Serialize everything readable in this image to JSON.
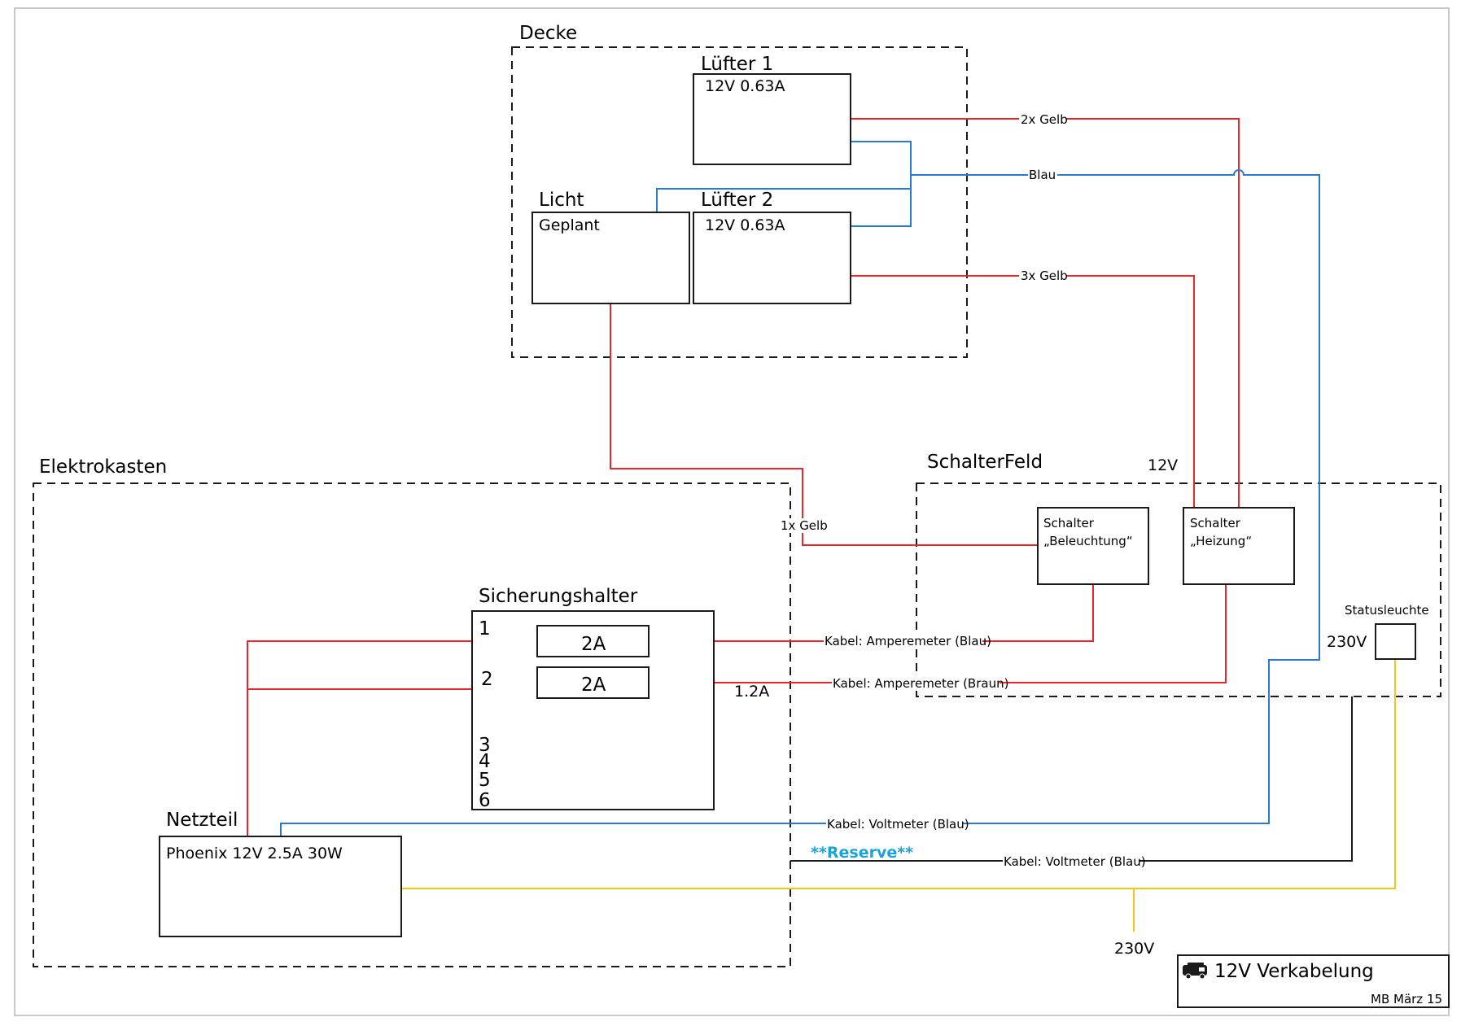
{
  "colors": {
    "red": "#e8262c",
    "blue": "#2b7bcc",
    "yellow": "#f5c518",
    "black": "#1a1a1a",
    "reserve": "#1aa3d6"
  },
  "regions": {
    "decke": "Decke",
    "elektrokasten": "Elektrokasten",
    "schalterfeld": "SchalterFeld"
  },
  "components": {
    "luefter1": {
      "title": "Lüfter 1",
      "spec": "12V 0.63A"
    },
    "luefter2": {
      "title": "Lüfter 2",
      "spec": "12V 0.63A"
    },
    "licht": {
      "title": "Licht",
      "spec": "Geplant"
    },
    "schalter_beleuchtung": {
      "line1": "Schalter",
      "line2": "„Beleuchtung“"
    },
    "schalter_heizung": {
      "line1": "Schalter",
      "line2": "„Heizung“"
    },
    "statusleuchte": {
      "label": "Statusleuchte",
      "voltage": "230V"
    },
    "sicherungshalter": {
      "title": "Sicherungshalter",
      "slots": [
        "1",
        "2",
        "3",
        "4",
        "5",
        "6"
      ],
      "fuses": [
        "2A",
        "2A"
      ]
    },
    "netzteil": {
      "title": "Netzteil",
      "spec": "Phoenix 12V 2.5A 30W"
    }
  },
  "wire_labels": {
    "gelb2": "2x Gelb",
    "blau": "Blau",
    "gelb3": "3x Gelb",
    "gelb1": "1x Gelb",
    "amp_blau": "Kabel: Amperemeter (Blau)",
    "amp_braun": "Kabel: Amperemeter (Braun)",
    "volt_blau": "Kabel: Voltmeter (Blau)",
    "volt_blau2": "Kabel: Voltmeter (Blau)"
  },
  "annotations": {
    "v12": "12V",
    "current": "1.2A",
    "reserve": "**Reserve**",
    "v230": "230V"
  },
  "title_block": {
    "title": "12V Verkabelung",
    "footer": "MB März 15",
    "icon": "camper-van-icon"
  }
}
